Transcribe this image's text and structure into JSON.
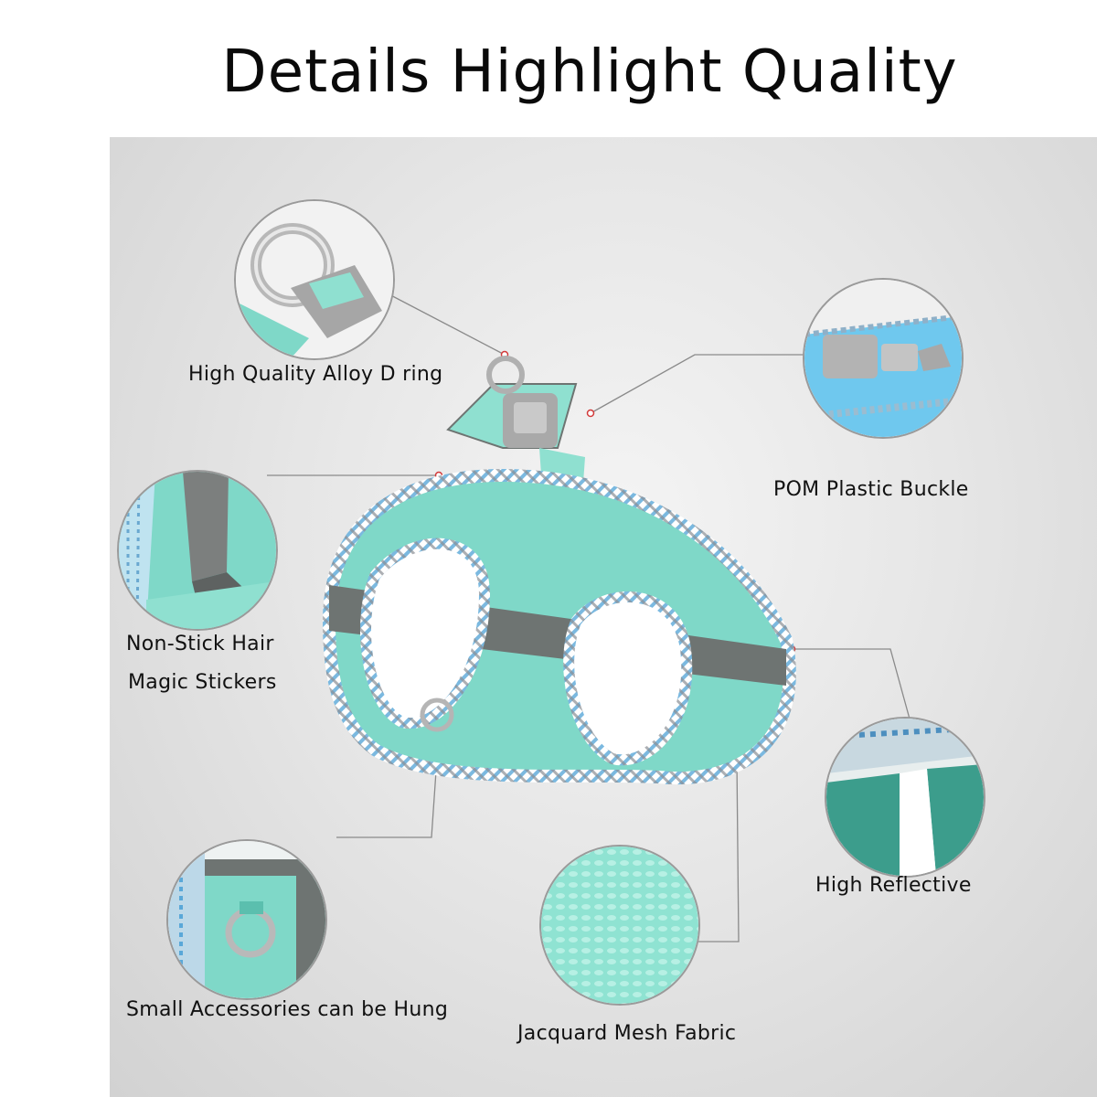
{
  "title": "Details Highlight Quality",
  "callouts": [
    {
      "id": "d-ring",
      "label": "High Quality Alloy D ring"
    },
    {
      "id": "buckle",
      "label": "POM Plastic Buckle"
    },
    {
      "id": "stickers",
      "label_lines": [
        "Non-Stick Hair",
        "Magic Stickers"
      ]
    },
    {
      "id": "reflective",
      "label": "High Reflective"
    },
    {
      "id": "accessories",
      "label": "Small Accessories can be Hung"
    },
    {
      "id": "mesh",
      "label": "Jacquard Mesh Fabric"
    }
  ],
  "colors": {
    "mint": "#7fd8c8",
    "mint_dark": "#5bbfae",
    "reflective_gray": "#6e7472",
    "trim_blue": "#5aa8d8",
    "buckle_gray": "#a9a9a9",
    "marker_red": "#d23a3a"
  },
  "icons": [
    "d-ring-detail-image",
    "buckle-detail-image",
    "velcro-detail-image",
    "reflective-detail-image",
    "accessory-ring-detail-image",
    "mesh-detail-image",
    "harness-product-image"
  ]
}
